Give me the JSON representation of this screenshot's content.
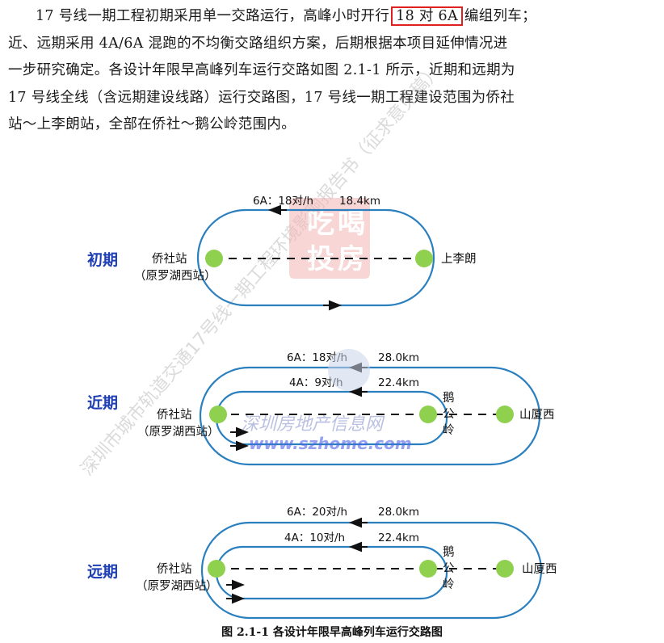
{
  "document": {
    "paragraph": {
      "line1_before": "17 号线一期工程初期采用单一交路运行，高峰小时开行",
      "line1_highlight": "18 对 6A",
      "line1_after": "编组列车；",
      "line2": "近、远期采用 4A/6A 混跑的不均衡交路组织方案，后期根据本项目延伸情况进",
      "line3": "一步研究确定。各设计年限早高峰列车运行交路如图 2.1-1 所示，近期和远期为",
      "line4": "17 号线全线（含远期建设线路）运行交路图，17 号线一期工程建设范围为侨社",
      "line5": "站～上李朗站，全部在侨社～鹅公岭范围内。"
    },
    "caption": "图 2.1-1  各设计年限早高峰列车运行交路图"
  },
  "diagram": {
    "initial": {
      "stage": "初期",
      "route_label": "6A：18对/h",
      "distance": "18.4km",
      "left_station_1": "侨社站",
      "left_station_2": "（原罗湖西站）",
      "right_station": "上李朗"
    },
    "near": {
      "stage": "近期",
      "route1_label": "6A：18对/h",
      "route1_distance": "28.0km",
      "route2_label": "4A：9对/h",
      "route2_distance": "22.4km",
      "left_station_1": "侨社站",
      "left_station_2": "（原罗湖西站）",
      "mid_station_1": "鹅",
      "mid_station_2": "公",
      "mid_station_3": "岭",
      "right_station": "山厦西"
    },
    "far": {
      "stage": "远期",
      "route1_label": "6A：20对/h",
      "route1_distance": "28.0km",
      "route2_label": "4A：10对/h",
      "route2_distance": "22.4km",
      "left_station_1": "侨社站",
      "left_station_2": "（原罗湖西站）",
      "mid_station_1": "鹅",
      "mid_station_2": "公",
      "mid_station_3": "岭",
      "right_station": "山厦西"
    },
    "colors": {
      "line": "#2a7fbf",
      "station": "#8fd14f",
      "stage_text": "#1f3fb4",
      "highlight_border": "#e02020"
    }
  },
  "watermarks": {
    "diagonal": "深圳市城市轨道交通17号线一期工程环境影响报告书（征求意见稿）",
    "site_cn": "深圳房地产信息网",
    "site_url": "www.szhome.com",
    "logo_1": "吃",
    "logo_2": "喝",
    "logo_3": "投",
    "logo_4": "房"
  }
}
